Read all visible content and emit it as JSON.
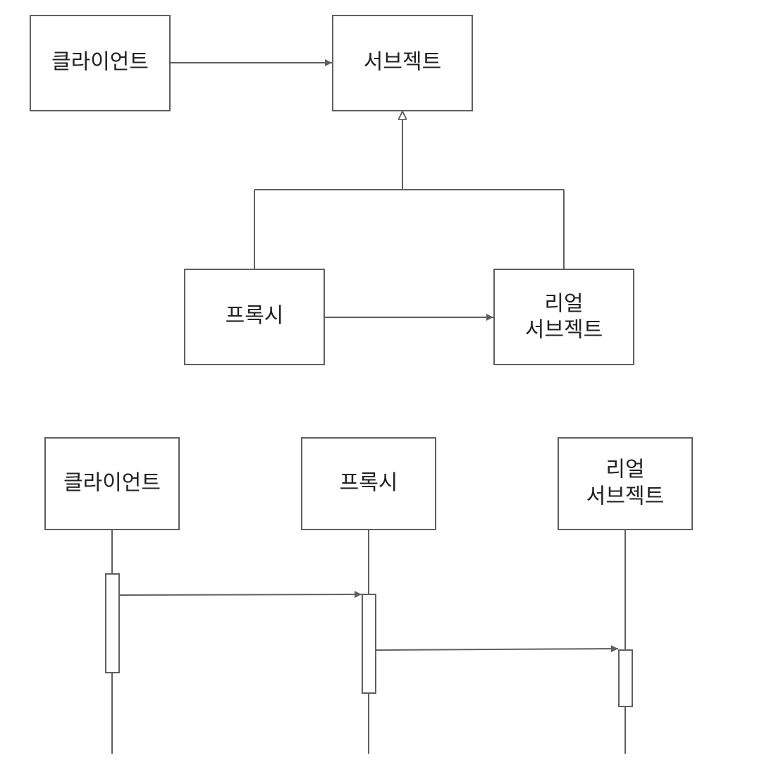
{
  "class_diagram": {
    "client_label": "클라이언트",
    "subject_label": "서브젝트",
    "proxy_label": "프록시",
    "real_subject_line1": "리얼",
    "real_subject_line2": "서브젝트"
  },
  "sequence_diagram": {
    "client_label": "클라이언트",
    "proxy_label": "프록시",
    "real_subject_line1": "리얼",
    "real_subject_line2": "서브젝트"
  },
  "colors": {
    "stroke": "#5f5f5f",
    "text": "#222222",
    "background": "#ffffff"
  }
}
